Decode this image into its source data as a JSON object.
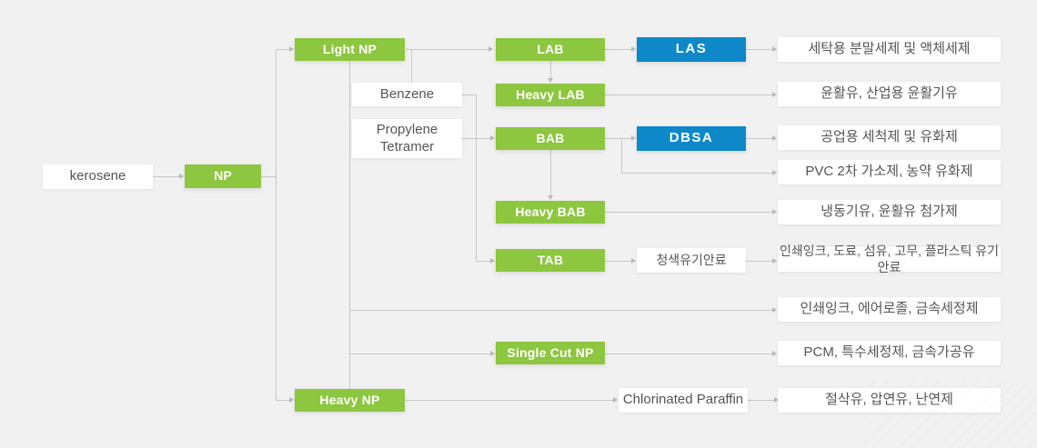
{
  "diagram": {
    "title_hint": "kerosene normal-paraffin product flow",
    "nodes": {
      "kerosene": {
        "label": "kerosene"
      },
      "np": {
        "label": "NP"
      },
      "light_np": {
        "label": "Light NP"
      },
      "heavy_np": {
        "label": "Heavy NP"
      },
      "benzene": {
        "label": "Benzene"
      },
      "propylene_tetramer": {
        "label": "Propylene\nTetramer"
      },
      "lab": {
        "label": "LAB"
      },
      "heavy_lab": {
        "label": "Heavy LAB"
      },
      "bab": {
        "label": "BAB"
      },
      "heavy_bab": {
        "label": "Heavy BAB"
      },
      "tab": {
        "label": "TAB"
      },
      "single_cut_np": {
        "label": "Single Cut NP"
      },
      "las": {
        "label": "LAS"
      },
      "dbsa": {
        "label": "DBSA"
      },
      "blue_pigment": {
        "label": "청색유기안료"
      },
      "chlorinated_paraffin": {
        "label": "Chlorinated Paraffin"
      }
    },
    "outputs": [
      {
        "label": "세탁용 분말세제 및 액체세제"
      },
      {
        "label": "윤활유, 산업용 윤활기유"
      },
      {
        "label": "공업용 세척제 및 유화제"
      },
      {
        "label": "PVC 2차 가소제, 농약 유화제"
      },
      {
        "label": "냉동기유, 윤활유 첨가제"
      },
      {
        "label": "인쇄잉크, 도료, 섬유, 고무, 플라스틱 유기안료"
      },
      {
        "label": "인쇄잉크, 에어로졸, 금속세정제"
      },
      {
        "label": "PCM, 특수세정제, 금속가공유"
      },
      {
        "label": "절삭유, 압연유, 난연제"
      }
    ],
    "colors": {
      "green": "#8DC63F",
      "blue": "#0E88C8",
      "line": "#C7C7C9",
      "background": "#F1F1F2",
      "box_text": "#555555",
      "node_text_on_color": "#FFFFFF"
    }
  }
}
